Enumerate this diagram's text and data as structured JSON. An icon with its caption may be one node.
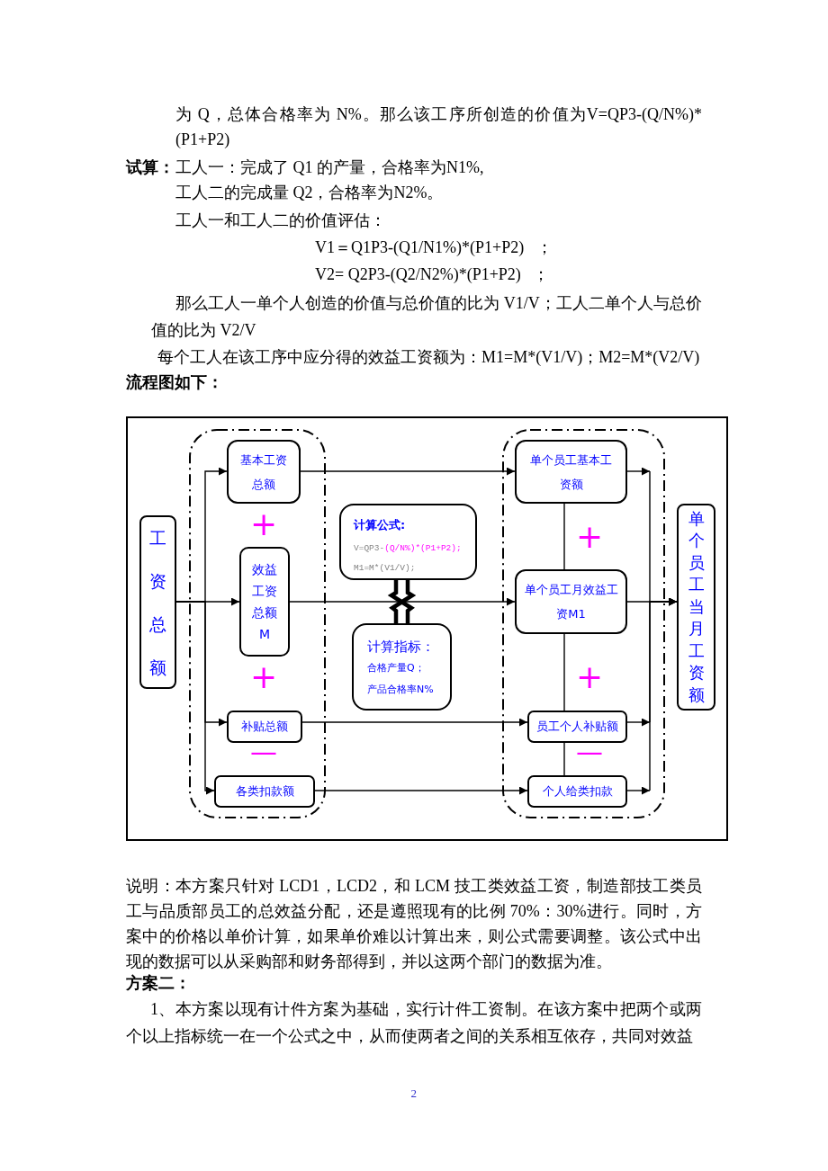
{
  "diagram": {
    "nodes": [
      {
        "text": [
          "工资总额"
        ]
      },
      {
        "text": [],
        "shape": "box"
      },
      {
        "text": [
          "基本工资总额"
        ],
        "in": 1
      },
      {
        "text": [
          "效益工资总额M"
        ],
        "in": 1
      },
      {
        "text": [
          "补贴总额"
        ],
        "in": 1
      },
      {
        "text": [
          "各类扣款额"
        ],
        "in": 1
      },
      {
        "text": [
          "计算公式:",
          "V=QP3-(Q/N%)*(P1+P2);",
          "M1=M*(V1/V);"
        ]
      },
      {
        "text": [
          "计算指标：",
          "合格产量Q；",
          "产品合格率N%"
        ]
      },
      {
        "text": [],
        "shape": "box"
      },
      {
        "text": [
          "单个员工基本工资额"
        ],
        "in": 8
      },
      {
        "text": [
          "单个员工月效益工资M1"
        ],
        "in": 8
      },
      {
        "text": [
          "员工个人补贴额"
        ],
        "in": 8
      },
      {
        "text": [
          "个人给类扣款"
        ],
        "in": 8
      },
      {
        "text": [
          "单个员工当月工资额"
        ]
      }
    ],
    "edges": [
      {
        "from": 0,
        "to": 2,
        "arrow": "to"
      },
      {
        "from": 0,
        "to": 3,
        "arrow": "to"
      },
      {
        "from": 0,
        "to": 4,
        "arrow": "to"
      },
      {
        "from": 0,
        "to": 5,
        "arrow": "to"
      },
      {
        "from": 2,
        "to": 9,
        "arrow": "to"
      },
      {
        "from": 3,
        "to": 10,
        "arrow": "to"
      },
      {
        "from": 6,
        "to": 7,
        "arrow": "none",
        "style": "thick"
      },
      {
        "from": 4,
        "to": 11,
        "arrow": "to"
      },
      {
        "from": 5,
        "to": 12,
        "arrow": "to"
      },
      {
        "from": 9,
        "to": 10,
        "arrow": "none"
      },
      {
        "from": 10,
        "to": 11,
        "arrow": "none"
      },
      {
        "from": 11,
        "to": 12,
        "arrow": "none"
      },
      {
        "from": 9,
        "to": 13,
        "arrow": "to"
      },
      {
        "from": 10,
        "to": 13,
        "arrow": "to"
      },
      {
        "from": 11,
        "to": 13,
        "arrow": "to"
      },
      {
        "from": 12,
        "to": 13,
        "arrow": "to"
      }
    ],
    "labels": [
      "为 Q，总体合格率为 N%。那么该工序所创造的价值为V=QP3-(Q/N%)*(P1+P2)",
      "试算：",
      "工人一：完成了 Q1 的产量，合格率为N1%,",
      "工人二的完成量 Q2，合格率为N2%。",
      "工人一和工人二的价值评估：",
      "V1＝Q1P3-(Q1/N1%)*(P1+P2)   ；",
      "V2= Q2P3-(Q2/N2%)*(P1+P2)   ；",
      "那么工人一单个人创造的价值与总价值的比为 V1/V；工人二单个人与总价值的比为 V2/V",
      "每个工人在该工序中应分得的效益工资额为：M1=M*(V1/V)；M2=M*(V2/V)",
      "流程图如下：",
      "+",
      "+",
      "+",
      "+",
      "—",
      "—",
      "说明：本方案只针对 LCD1，LCD2，和 LCM 技工类效益工资，制造部技工类员工与品质部员工的总效益分配，还是遵照现有的比例 70%：30%进行。同时，方案中的价格以单价计算，如果单价难以计算出来，则公式需要调整。该公式中出现的数据可以从采购部和财务部得到，并以这两个部门的数据为准。",
      "方案二：",
      "1、本方案以现有计件方案为基础，实行计件工资制。在该方案中把两个或两个以上指标统一在一个公式之中，从而使两者之间的关系相互依存，共同对效益",
      "2"
    ]
  }
}
